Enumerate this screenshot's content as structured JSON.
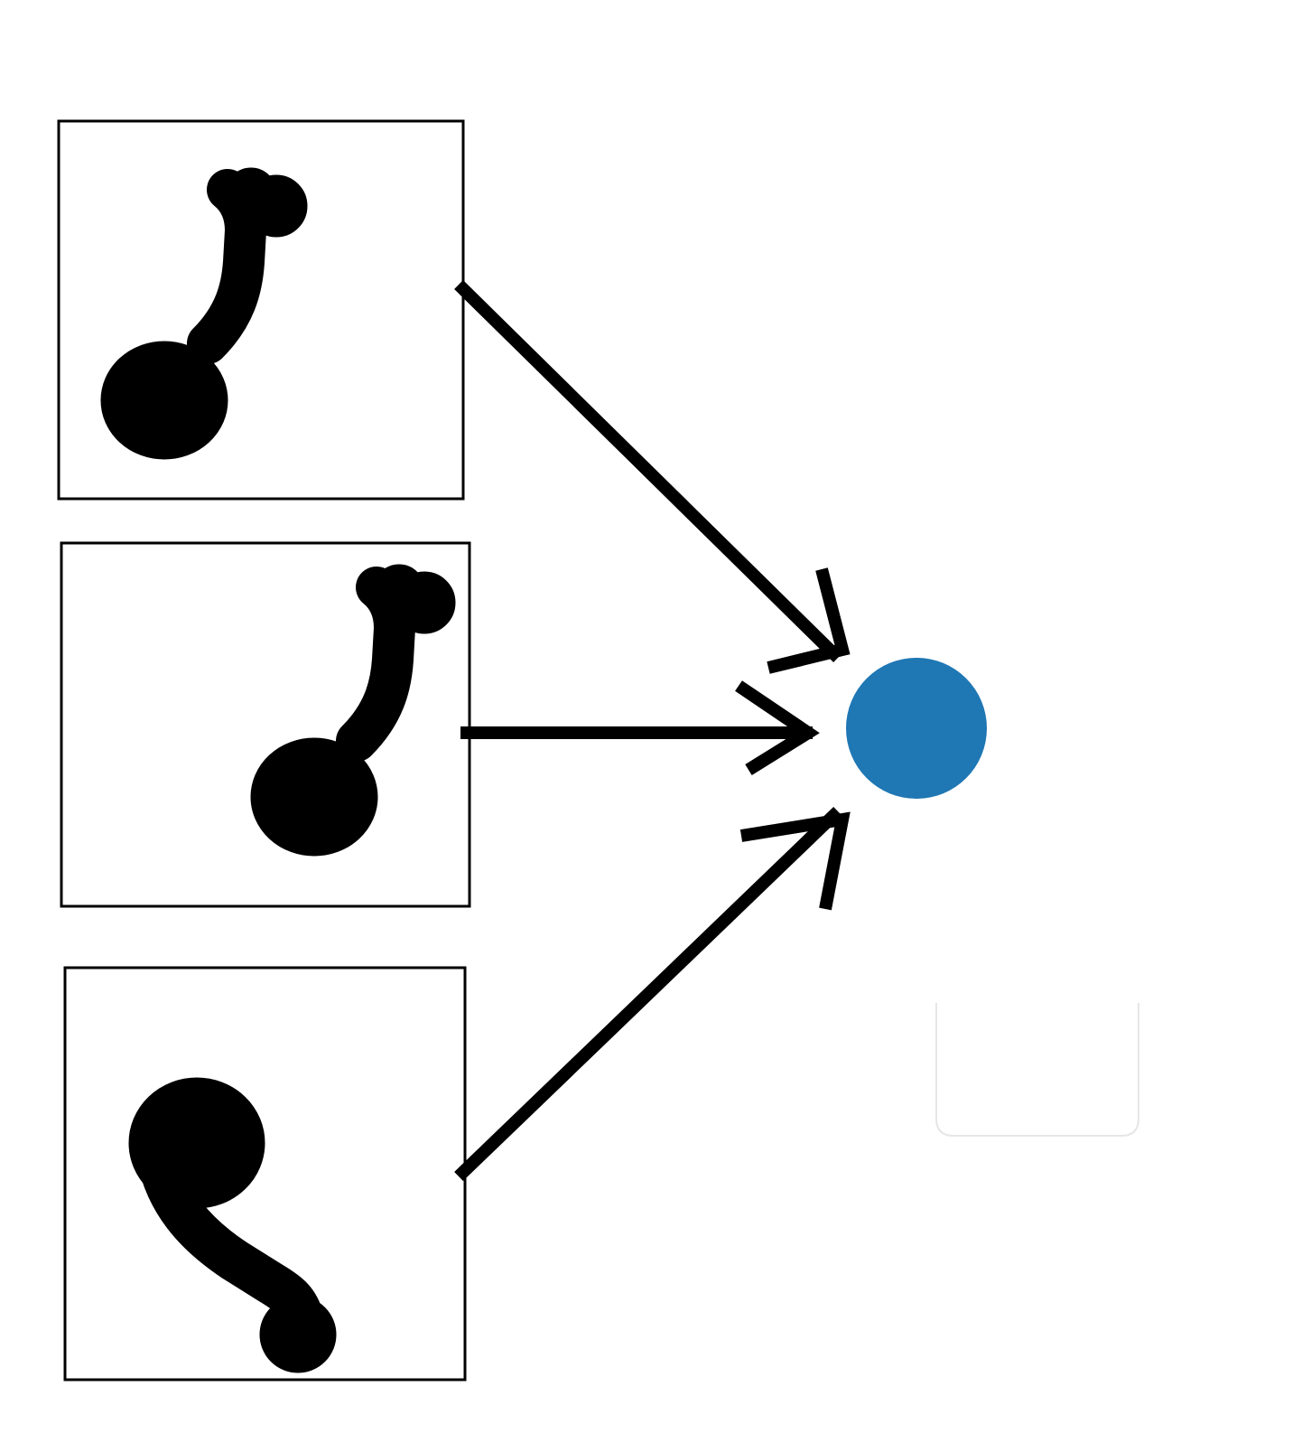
{
  "diagram": {
    "inputs": [
      {
        "id": "input-1",
        "glyph": "eighth-note"
      },
      {
        "id": "input-2",
        "glyph": "eighth-note"
      },
      {
        "id": "input-3",
        "glyph": "curled-stroke"
      }
    ],
    "edges": [
      {
        "from": "input-1",
        "to": "node"
      },
      {
        "from": "input-2",
        "to": "node"
      },
      {
        "from": "input-3",
        "to": "node"
      }
    ],
    "node": {
      "shape": "circle",
      "color": "#1f77b4"
    },
    "stroke_color": "#000000",
    "legend_box": {
      "border_color": "#e6e6e6"
    }
  }
}
